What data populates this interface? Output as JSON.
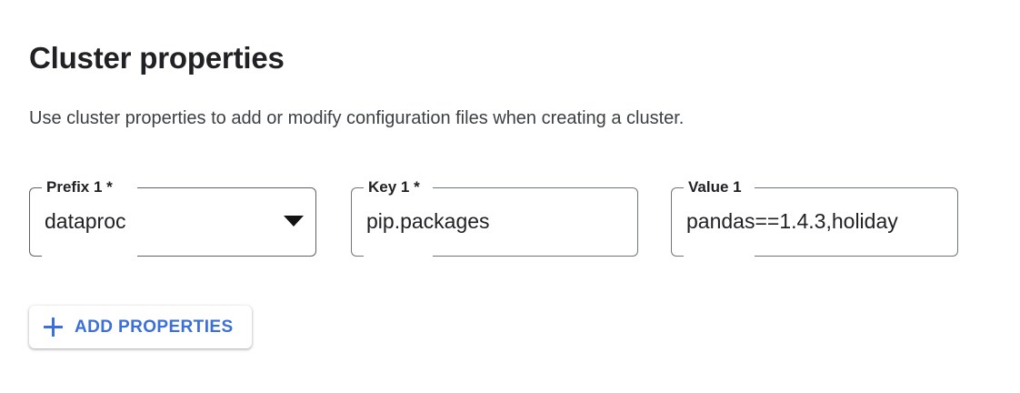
{
  "section": {
    "title": "Cluster properties",
    "description": "Use cluster properties to add or modify configuration files when creating a cluster."
  },
  "fields": [
    {
      "label": "Prefix 1 *",
      "value": "dataproc",
      "control": "select",
      "icon": "dropdown-arrow-icon",
      "required": true
    },
    {
      "label": "Key 1 *",
      "value": "pip.packages",
      "control": "text",
      "required": true
    },
    {
      "label": "Value 1",
      "value": "pandas==1.4.3,holiday",
      "control": "text",
      "required": false
    }
  ],
  "add_button": {
    "label": "ADD PROPERTIES",
    "icon": "plus-icon"
  },
  "colors": {
    "accent_blue": "#3b6fdb",
    "text_primary": "#202124",
    "text_secondary": "#3c4043",
    "border": "#5f6368",
    "background": "#ffffff"
  }
}
